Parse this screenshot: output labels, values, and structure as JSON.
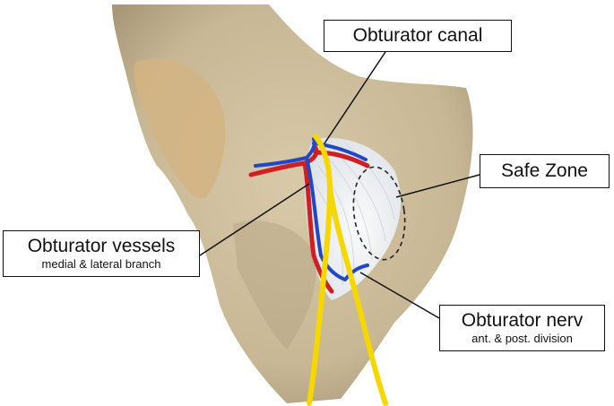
{
  "labels": {
    "obturator_canal": {
      "title": "Obturator canal"
    },
    "safe_zone": {
      "title": "Safe Zone"
    },
    "obturator_vessels": {
      "title": "Obturator vessels",
      "subtitle": "medial & lateral branch"
    },
    "obturator_nerve": {
      "title": "Obturator nerv",
      "subtitle": "ant. & post. division"
    }
  },
  "colors": {
    "bone": "#c9b99a",
    "bone_shadow": "#a8977a",
    "cartilage": "#d9b98a",
    "membrane": "#eef0f2",
    "artery": "#d01f22",
    "vein": "#1f47c8",
    "nerve": "#f6d800",
    "leader_line": "#111111"
  }
}
